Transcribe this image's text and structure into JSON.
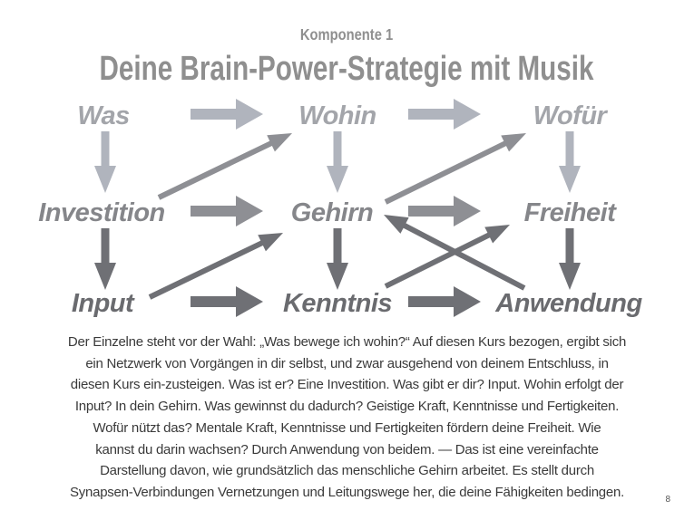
{
  "header": {
    "kicker": "Komponente 1",
    "title": "Deine Brain-Power-Strategie mit Musik"
  },
  "diagram": {
    "nodes": {
      "was": "Was",
      "wohin": "Wohin",
      "wofuer": "Wofür",
      "investition": "Investition",
      "gehirn": "Gehirn",
      "freiheit": "Freiheit",
      "input": "Input",
      "kenntnis": "Kenntnis",
      "anwendung": "Anwendung"
    },
    "colors": {
      "row1_text": "#a3a5aa",
      "row1_arrow": "#b0b4bd",
      "row2_text": "#85868a",
      "row2_arrow": "#8e8f94",
      "row3_text": "#6a6b6f",
      "row3_arrow": "#6f7075",
      "title": "#8f8f8f"
    }
  },
  "body": {
    "lines": [
      "Der Einzelne steht vor der Wahl: „Was bewege ich wohin?“ Auf diesen Kurs bezogen, ergibt sich",
      "ein Netzwerk von Vorgängen in dir selbst, und zwar ausgehend von deinem Entschluss, in",
      "diesen Kurs ein-zusteigen. Was ist er? Eine Investition. Was gibt er dir? Input. Wohin erfolgt der",
      "Input? In dein Gehirn. Was gewinnst du dadurch? Geistige Kraft, Kenntnisse und Fertigkeiten.",
      "Wofür nützt das? Mentale Kraft, Kenntnisse und Fertigkeiten fördern deine Freiheit. Wie",
      "kannst du darin wachsen? Durch Anwendung von beidem. — Das ist eine vereinfachte",
      "Darstellung davon, wie grundsätzlich das menschliche Gehirn arbeitet. Es stellt durch",
      "Synapsen-Verbindungen Vernetzungen und Leitungswege her, die deine Fähigkeiten bedingen."
    ]
  },
  "footer": {
    "page_number": "8"
  }
}
